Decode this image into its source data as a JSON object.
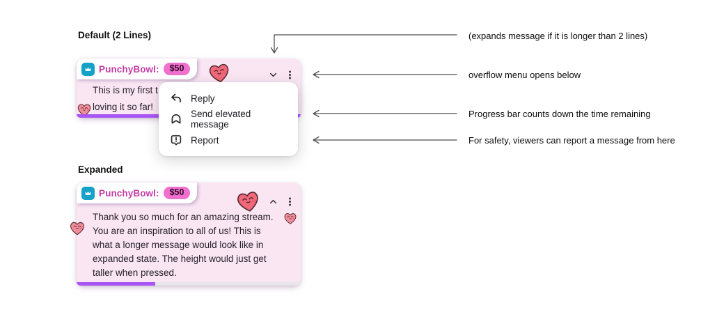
{
  "sections": {
    "default": {
      "title": "Default (2 Lines)",
      "card": {
        "username": "PunchyBowl:",
        "amount": "$50",
        "message_lines": [
          "This is my first t",
          "loving it so far!"
        ]
      },
      "menu": {
        "items": [
          {
            "label": "Reply"
          },
          {
            "label": "Send elevated message"
          },
          {
            "label": "Report"
          }
        ]
      }
    },
    "expanded": {
      "title": "Expanded",
      "card": {
        "username": "PunchyBowl:",
        "amount": "$50",
        "message_lines": [
          "Thank you so much for an amazing stream.",
          "You are an inspiration to all of us! This is",
          "what a longer message would look like in",
          "expanded state. The height would just get",
          "taller when pressed."
        ]
      },
      "progress_percent": 35
    }
  },
  "annotations": {
    "expand_note": "(expands message if it is longer than 2 lines)",
    "overflow_note": "overflow menu opens below",
    "progress_note": "Progress bar counts down the time remaining",
    "report_note": "For safety, viewers can report a message from here"
  },
  "colors": {
    "card_bg": "#fae5f3",
    "username_text": "#c43da6",
    "amount_badge_bg": "#f170cd",
    "crown_tile_bg": "#16a1c6",
    "progress_bar": "#a855f7",
    "progress_track": "#eae5eb"
  }
}
